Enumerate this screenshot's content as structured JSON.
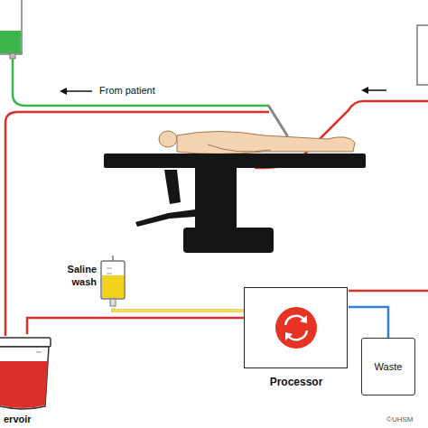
{
  "diagram": {
    "nodes": [
      {
        "text": [
          "Saline wash"
        ]
      },
      {
        "text": [
          "Processor"
        ]
      },
      {
        "text": [
          "Waste"
        ]
      },
      {
        "text": [
          "ervoir"
        ]
      }
    ],
    "edges": [
      {
        "from": 0,
        "to": 1,
        "arrow": "none"
      },
      {
        "from": 3,
        "to": 1,
        "arrow": "none"
      },
      {
        "from": 1,
        "to": 2,
        "arrow": "none"
      }
    ],
    "labels": [
      "From patient",
      "©UHSM"
    ]
  }
}
